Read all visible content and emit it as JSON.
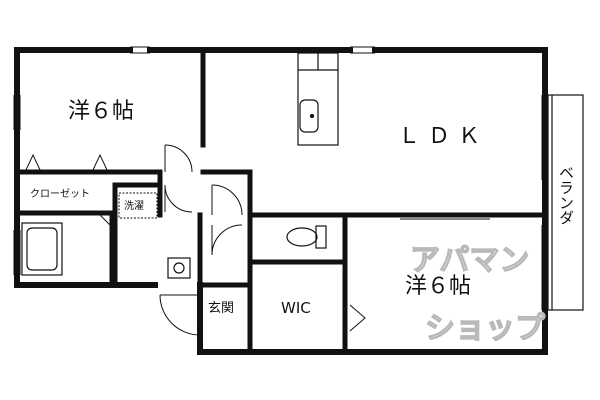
{
  "plan": {
    "rooms": {
      "western_room_left": "洋６帖",
      "ldk": "ＬＤＫ",
      "western_room_right": "洋６帖",
      "closet": "クローゼット",
      "laundry": "洗濯",
      "entrance": "玄関",
      "walk_in_closet": "WIC",
      "veranda": "ベランダ"
    },
    "watermark": {
      "line1": "アパマン",
      "line2": "ショップ"
    },
    "colors": {
      "wall": "#111111",
      "background": "#ffffff",
      "watermark": "#b9b9b9"
    }
  }
}
